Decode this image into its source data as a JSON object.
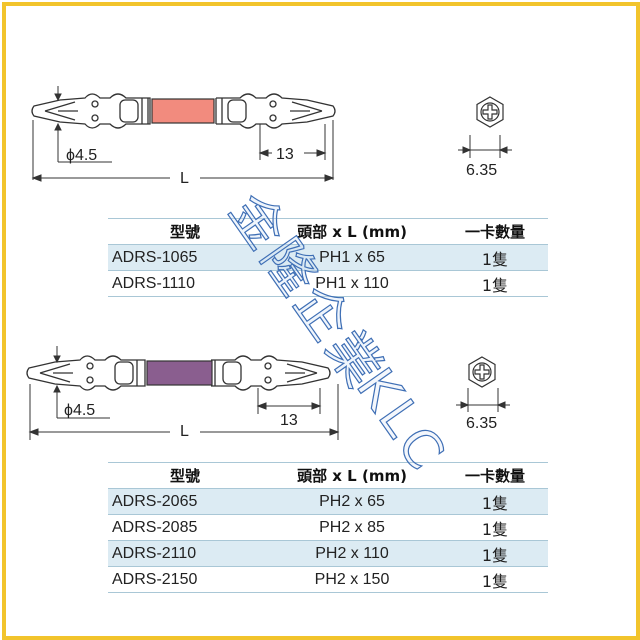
{
  "diagram1": {
    "label_diameter": "ϕ4.5",
    "label_tip_length": "13",
    "label_length": "L",
    "label_hex": "6.35",
    "band_color": "#f28b7e"
  },
  "table1": {
    "headers": [
      "型號",
      "頭部 x L (mm)",
      "一卡數量"
    ],
    "rows": [
      [
        "ADRS-1065",
        "PH1 x 65",
        "1隻"
      ],
      [
        "ADRS-1110",
        "PH1 x 110",
        "1隻"
      ]
    ]
  },
  "diagram2": {
    "label_diameter": "ϕ4.5",
    "label_tip_length": "13",
    "label_length": "L",
    "label_hex": "6.35",
    "band_color": "#8a5e8f"
  },
  "table2": {
    "headers": [
      "型號",
      "頭部 x L (mm)",
      "一卡數量"
    ],
    "rows": [
      [
        "ADRS-2065",
        "PH2 x 65",
        "1隻"
      ],
      [
        "ADRS-2085",
        "PH2 x 85",
        "1隻"
      ],
      [
        "ADRS-2110",
        "PH2 x 110",
        "1隻"
      ],
      [
        "ADRS-2150",
        "PH2 x 150",
        "1隻"
      ]
    ]
  },
  "watermark": {
    "text": "金隆企業",
    "latin": "KLC",
    "color": "#3f6fb5"
  },
  "colors": {
    "border": "#f2c42c",
    "table_shade": "#dcebf3",
    "table_line": "#a9c7d6"
  }
}
